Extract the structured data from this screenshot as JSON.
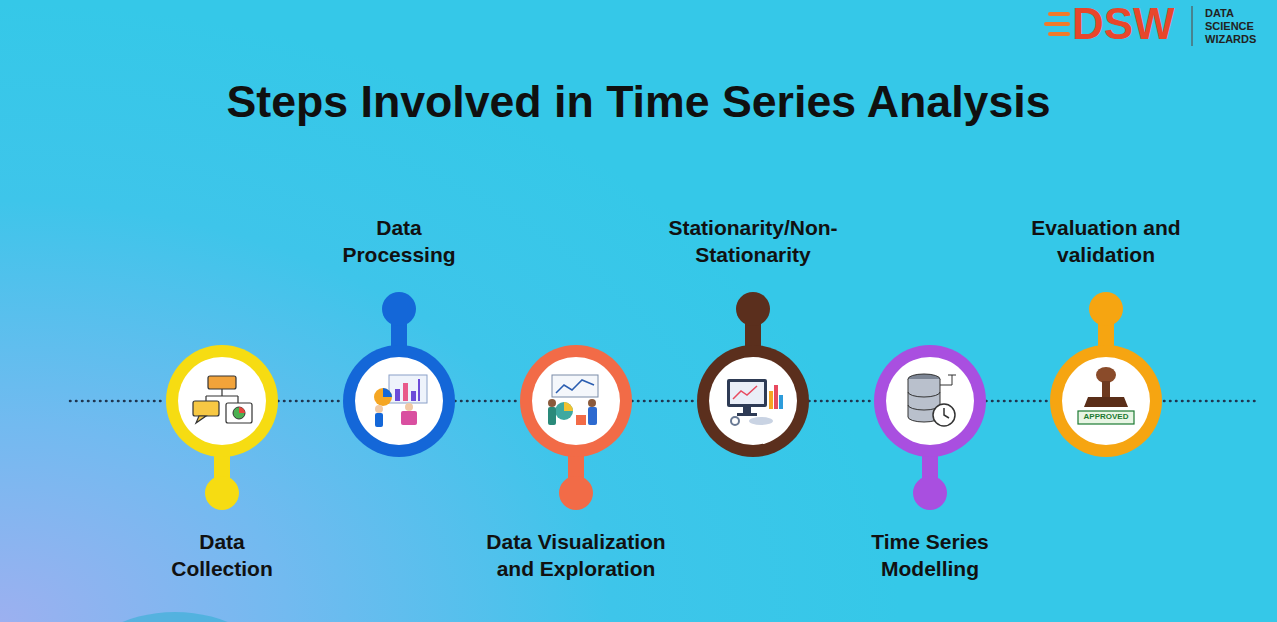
{
  "diagram": {
    "title": "Steps Involved in Time Series Analysis",
    "nodes": [
      {
        "text": [
          "Data Collection"
        ]
      },
      {
        "text": [
          "Data Processing"
        ]
      },
      {
        "text": [
          "Data Visualization and Exploration"
        ]
      },
      {
        "text": [
          "Stationarity/Non-Stationarity"
        ]
      },
      {
        "text": [
          "Time Series Modelling"
        ]
      },
      {
        "text": [
          "Evaluation and validation"
        ]
      }
    ],
    "edges": [
      {
        "from": 0,
        "to": 1,
        "arrow": "none"
      },
      {
        "from": 1,
        "to": 2,
        "arrow": "none"
      },
      {
        "from": 2,
        "to": 3,
        "arrow": "none"
      },
      {
        "from": 3,
        "to": 4,
        "arrow": "none"
      },
      {
        "from": 4,
        "to": 5,
        "arrow": "none"
      }
    ],
    "labels": [
      "DSW",
      "DATA SCIENCE WIZARDS",
      "APPROVED"
    ]
  }
}
